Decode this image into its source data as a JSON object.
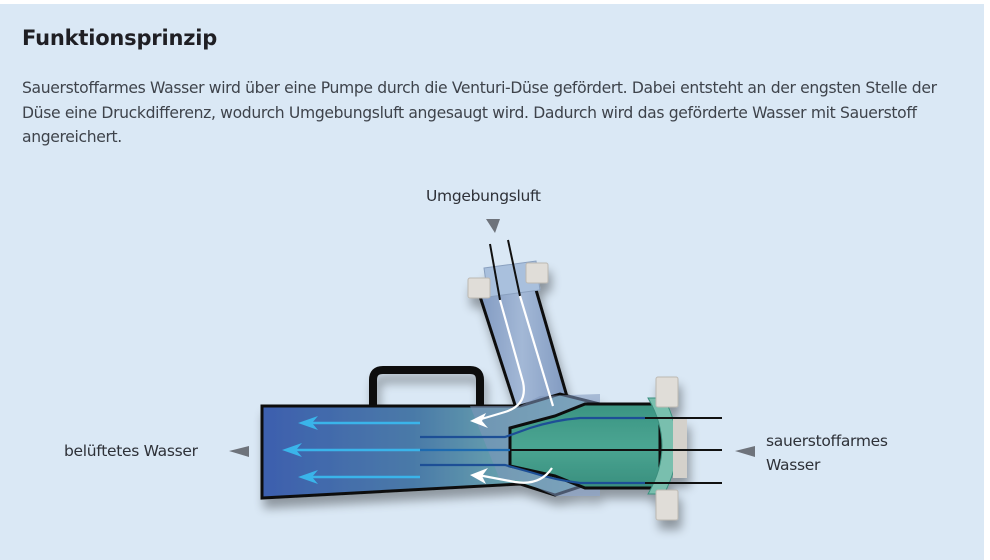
{
  "heading": "Funktionsprinzip",
  "description": "Sauerstoffarmes Wasser wird über eine Pumpe durch die Venturi-Düse gefördert. Dabei entsteht an der engsten Stelle der Düse eine Druckdifferenz, wodurch Umgebungsluft angesaugt wird. Dadurch wird das geförderte Wasser mit Sauerstoff angereichert.",
  "diagram": {
    "labels": {
      "air_inlet": "Umgebungsluft",
      "outlet": "belüftetes Wasser",
      "inlet_line1": "sauerstoffarmes",
      "inlet_line2": "Wasser"
    },
    "colors": {
      "background": "#dae8f5",
      "outlet_pipe": "#3f67b0",
      "nozzle_green": "#3f9a88",
      "air_pipe": "#8fa6c8",
      "flow_arrow": "#3ab4ea",
      "air_arrow": "#ffffff",
      "pointer": "#6e737b",
      "clamp": "#e0ddd8",
      "outline": "#111111"
    }
  }
}
